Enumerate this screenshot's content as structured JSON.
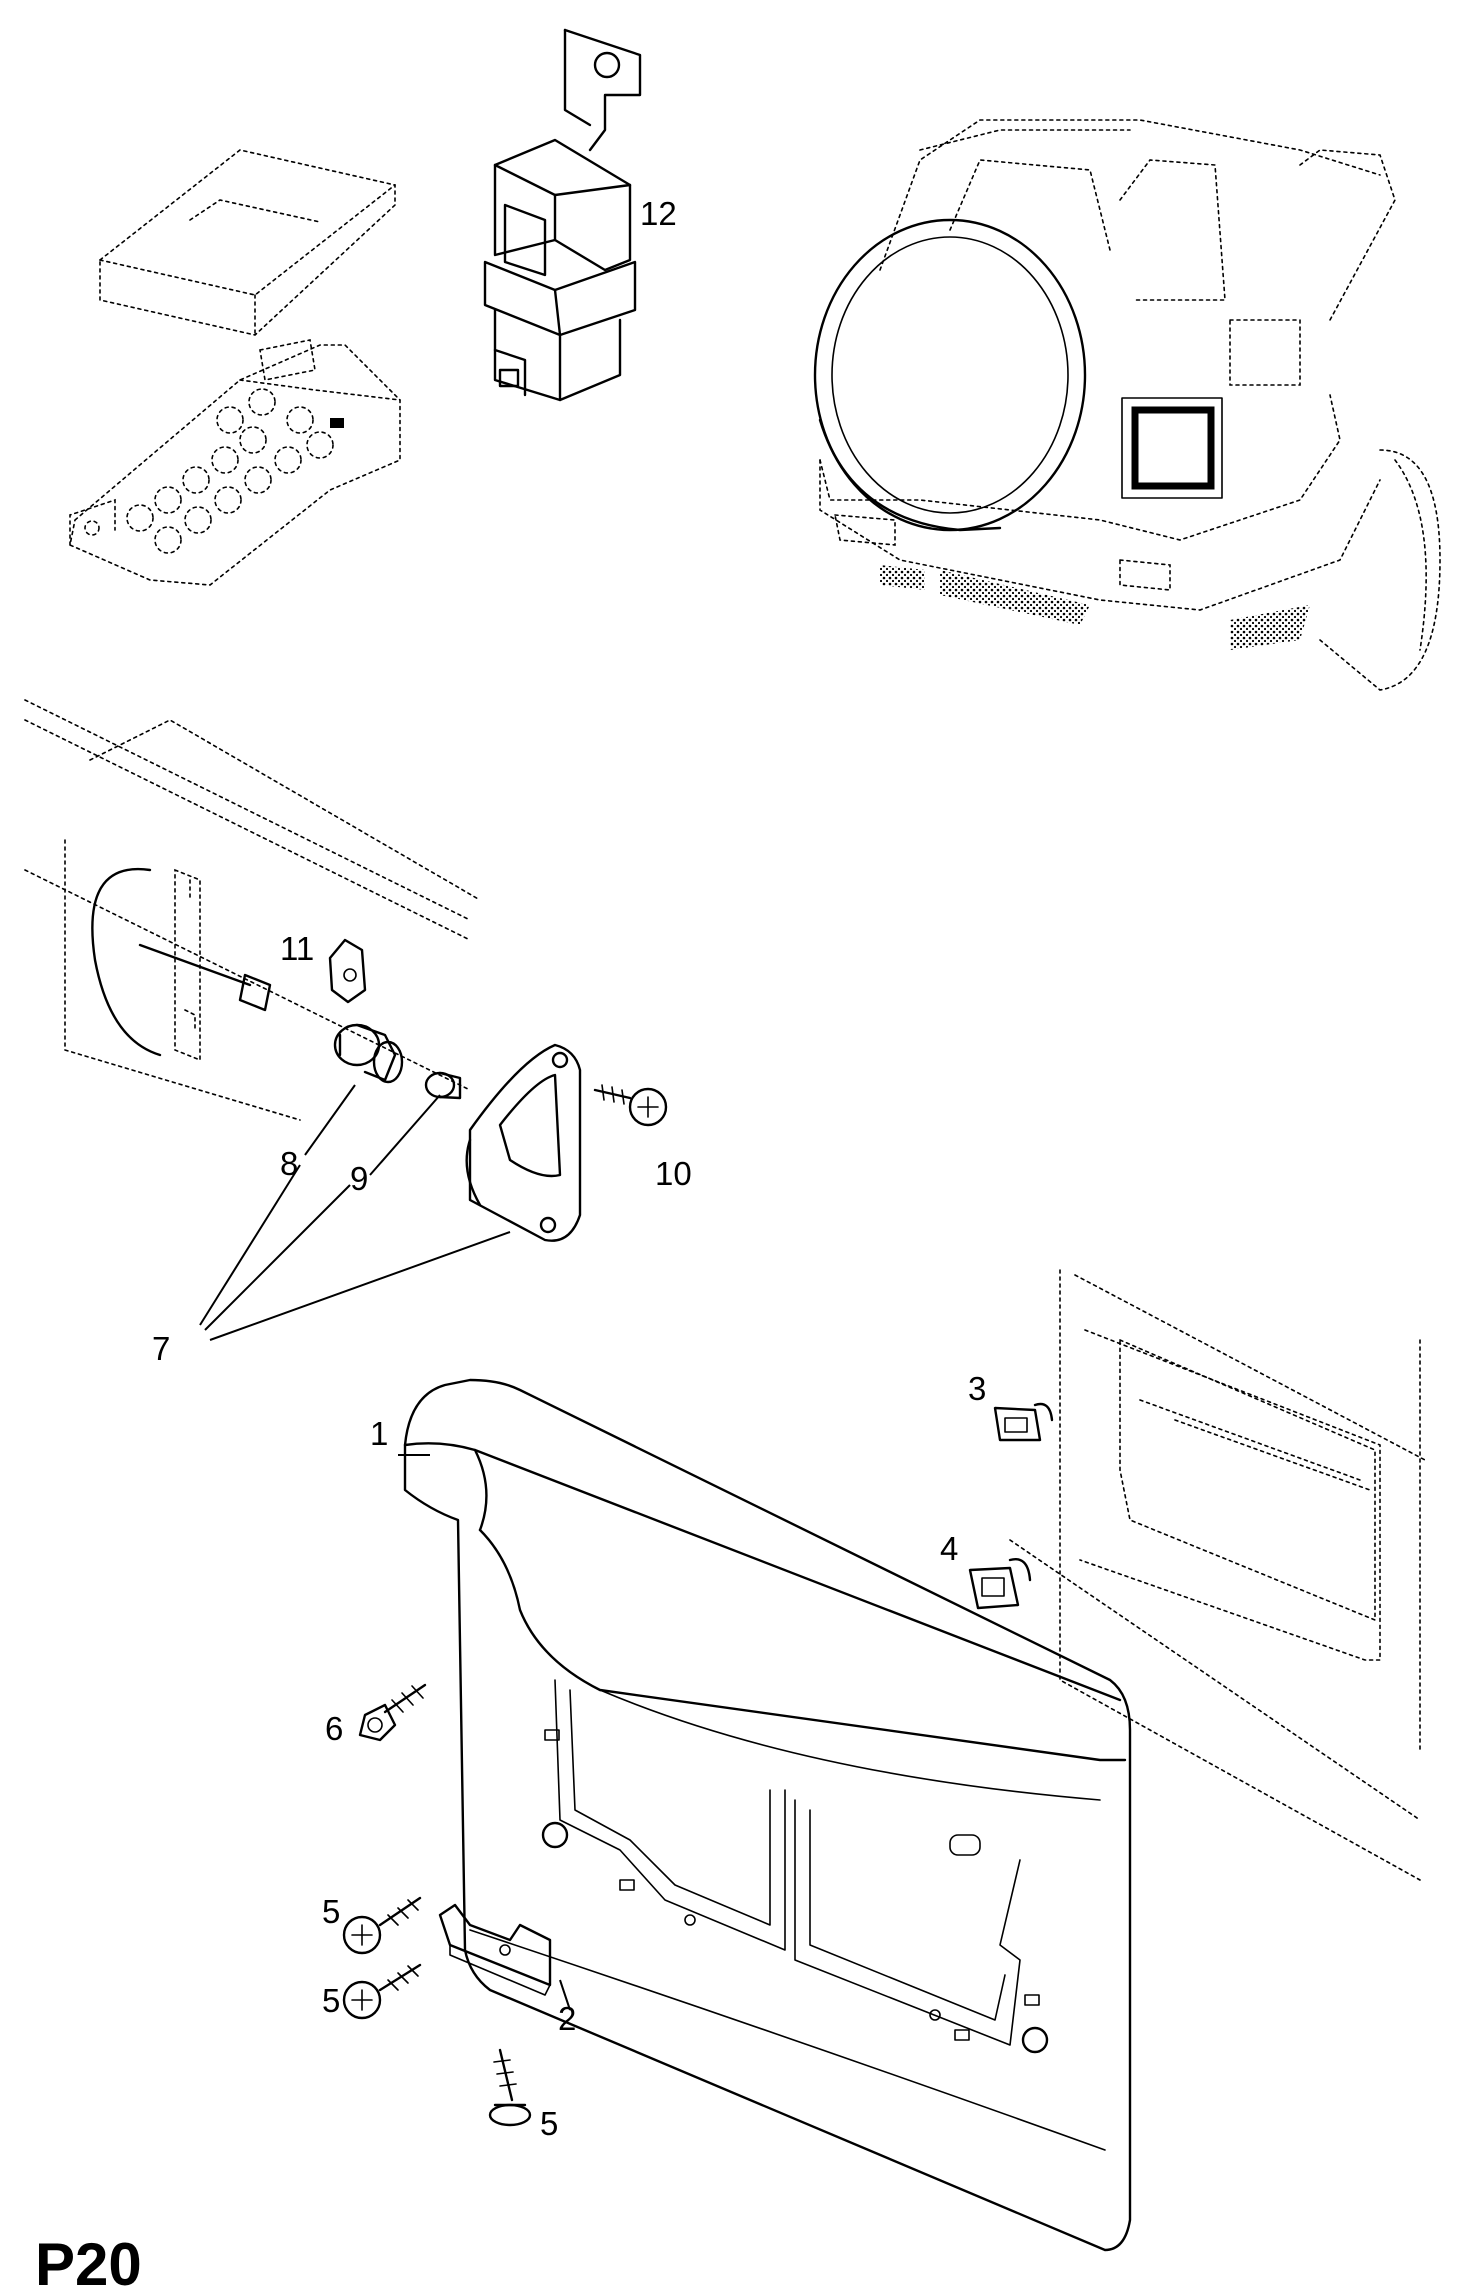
{
  "page_code": "P20",
  "callouts": {
    "c1": "1",
    "c2": "2",
    "c3": "3",
    "c4": "4",
    "c5a": "5",
    "c5b": "5",
    "c5c": "5",
    "c6": "6",
    "c7": "7",
    "c8": "8",
    "c9": "9",
    "c10": "10",
    "c11": "11",
    "c12": "12"
  }
}
